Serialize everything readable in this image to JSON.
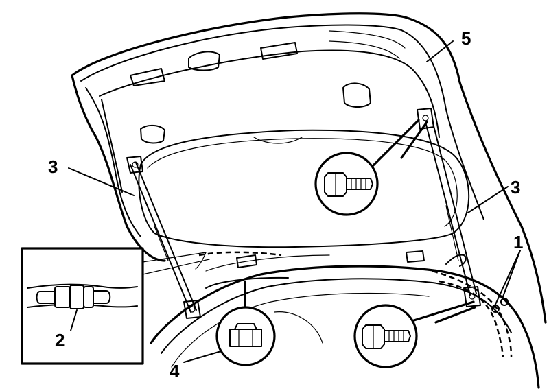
{
  "callouts": [
    {
      "id": "1",
      "label": "1"
    },
    {
      "id": "2",
      "label": "2"
    },
    {
      "id": "3a",
      "label": "3"
    },
    {
      "id": "3b",
      "label": "3"
    },
    {
      "id": "4",
      "label": "4"
    },
    {
      "id": "5",
      "label": "5"
    }
  ]
}
